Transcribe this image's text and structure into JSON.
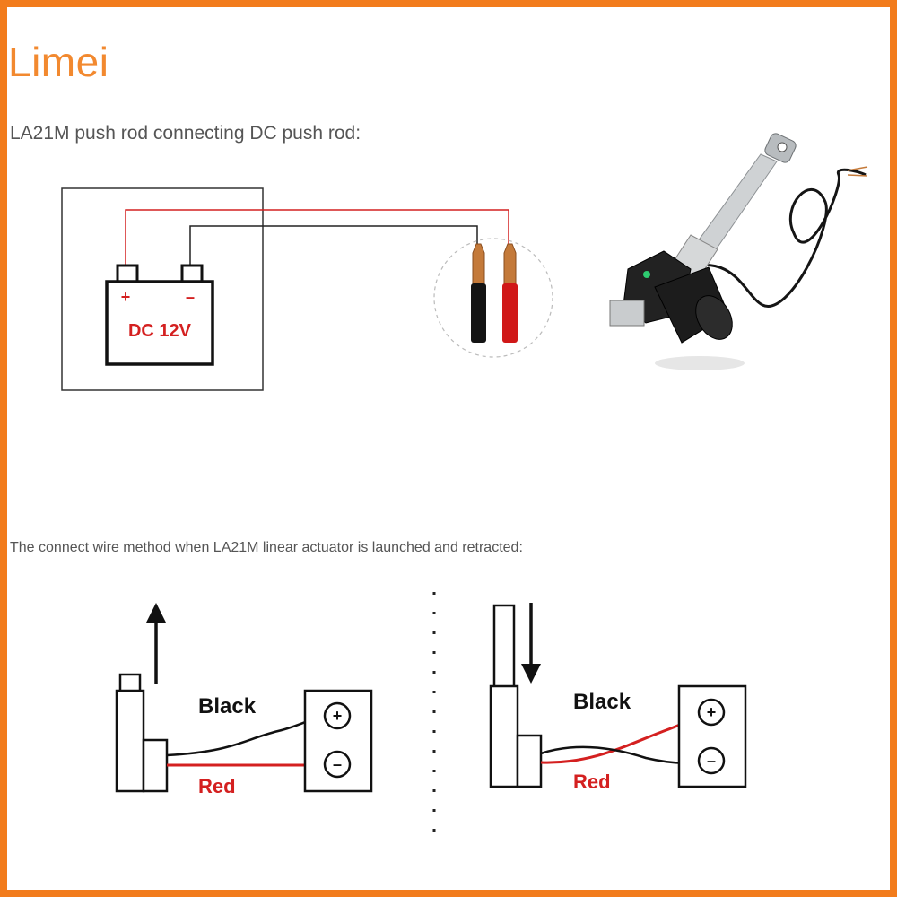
{
  "brand": "Limei",
  "heading_1": "LA21M push rod connecting DC push rod:",
  "heading_2": "The connect wire method when LA21M linear actuator is launched and retracted:",
  "battery": {
    "plus": "+",
    "minus": "–",
    "voltage": "DC 12V"
  },
  "diagram_extend": {
    "black_label": "Black",
    "red_label": "Red",
    "plus": "+",
    "minus": "–"
  },
  "diagram_retract": {
    "black_label": "Black",
    "red_label": "Red",
    "plus": "+",
    "minus": "–"
  },
  "colors": {
    "frame": "#f27c1c",
    "brand": "#f2892f",
    "red_wire": "#d42020",
    "black_wire": "#111111"
  }
}
